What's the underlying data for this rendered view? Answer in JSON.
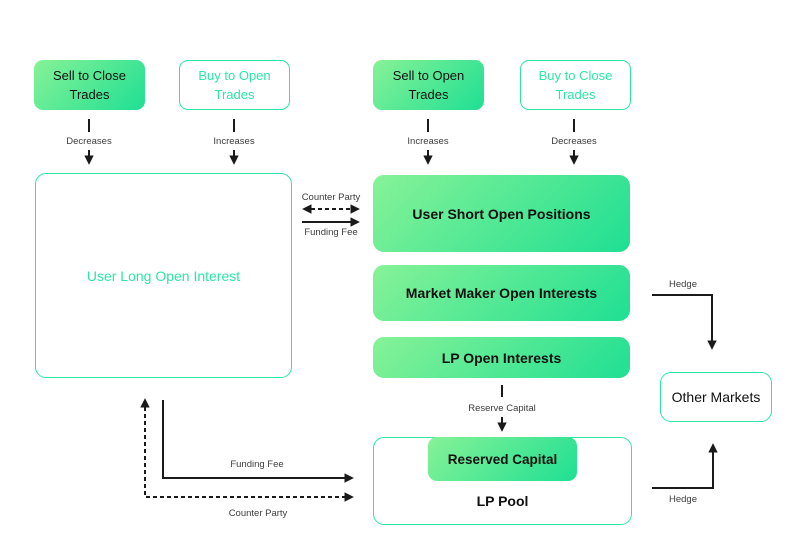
{
  "colors": {
    "accent_green": "#2ee6a2",
    "gradient_start": "#87f297",
    "gradient_end": "#1fdf93",
    "line_black": "#1a1a1a"
  },
  "trade_flow": {
    "boxes": [
      {
        "label": "Sell to Close Trades",
        "variant": "filled",
        "flow": "Decreases"
      },
      {
        "label": "Buy to Open Trades",
        "variant": "outlined",
        "flow": "Increases"
      },
      {
        "label": "Sell to Open Trades",
        "variant": "filled",
        "flow": "Increases"
      },
      {
        "label": "Buy to Close Trades",
        "variant": "outlined",
        "flow": "Decreases"
      }
    ]
  },
  "nodes": {
    "user_long": "User Long Open Interest",
    "user_short": "User Short Open Positions",
    "market_maker": "Market Maker Open Interests",
    "lp_open": "LP Open Interests",
    "reserved_capital": "Reserved Capital",
    "lp_pool": "LP Pool",
    "other_markets": "Other Markets"
  },
  "edge_labels": {
    "counter_party_top": "Counter Party",
    "funding_fee_top": "Funding Fee",
    "reserve_capital": "Reserve Capital",
    "hedge_top": "Hedge",
    "hedge_bottom": "Hedge",
    "funding_fee_bottom": "Funding Fee",
    "counter_party_bottom": "Counter Party"
  }
}
